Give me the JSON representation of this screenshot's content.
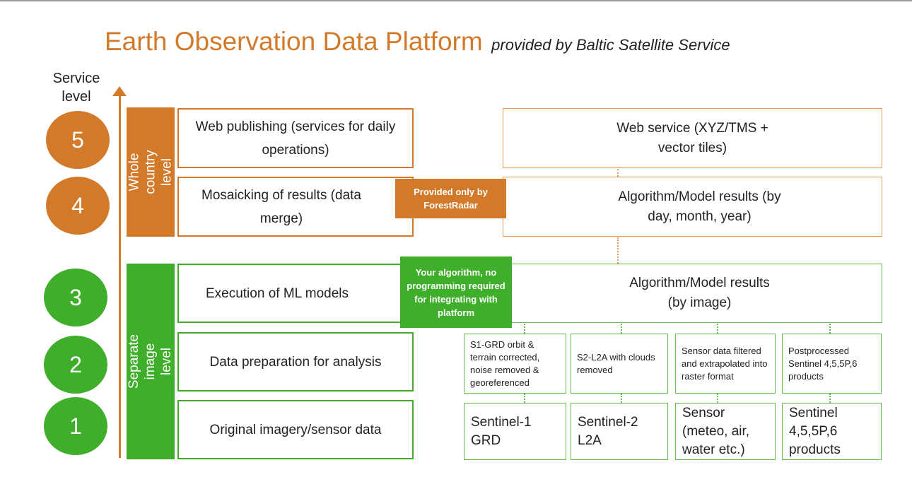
{
  "title": {
    "main": "Earth Observation Data Platform",
    "subtitle": "provided by Baltic Satellite Service"
  },
  "service_level_label": "Service level",
  "levels": [
    "5",
    "4",
    "3",
    "2",
    "1"
  ],
  "bands": {
    "whole_country": "Whole country level",
    "separate_image": "Separate image level"
  },
  "steps": {
    "web_publishing": "Web publishing (services for daily operations)",
    "mosaicking": "Mosaicking of results (data merge)",
    "execution": "Execution of ML models",
    "preparation": "Data preparation for analysis",
    "original": "Original imagery/sensor data"
  },
  "badges": {
    "forestradar": "Provided only by ForestRadar",
    "your_algorithm": "Your algorithm, no programming required for integrating with platform"
  },
  "outputs": {
    "web_service": "Web service (XYZ/TMS + vector tiles)",
    "results_time": "Algorithm/Model results (by day, month, year)",
    "results_image": "Algorithm/Model results (by image)"
  },
  "processing": [
    "S1-GRD orbit & terrain corrected, noise removed & georeferenced",
    "S2-L2A with clouds removed",
    "Sensor data filtered and extrapolated into raster format",
    "Postprocessed Sentinel 4,5,5P,6 products"
  ],
  "sources": [
    "Sentinel-1 GRD",
    "Sentinel-2 L2A",
    "Sensor (meteo, air, water etc.)",
    "Sentinel 4,5,5P,6 products"
  ],
  "colors": {
    "orange": "#d27a2a",
    "green": "#3fae2a"
  }
}
